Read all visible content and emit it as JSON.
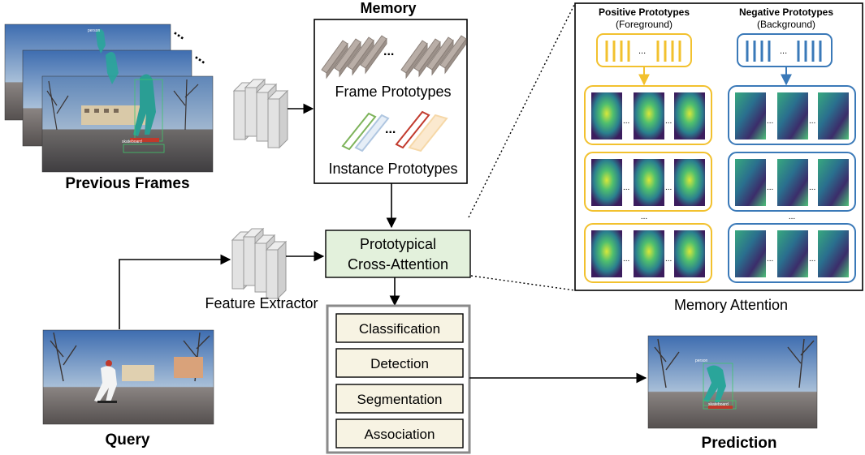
{
  "memory": {
    "title": "Memory",
    "frame_prototypes": "Frame Prototypes",
    "instance_prototypes": "Instance Prototypes",
    "ellipsis": "..."
  },
  "previous_frames": {
    "label": "Previous Frames",
    "person_tag": "person",
    "skateboard_tag": "skateboard",
    "ellipsis": "..."
  },
  "feature_extractor": {
    "label": "Feature Extractor"
  },
  "cross_attention": {
    "line1": "Prototypical",
    "line2": "Cross-Attention"
  },
  "heads": [
    "Classification",
    "Detection",
    "Segmentation",
    "Association"
  ],
  "query": {
    "label": "Query"
  },
  "prediction": {
    "label": "Prediction",
    "person_tag": "person",
    "skateboard_tag": "skateboard"
  },
  "memory_attention": {
    "caption": "Memory Attention",
    "positive_title": "Positive Prototypes",
    "positive_sub": "(Foreground)",
    "negative_title": "Negative Prototypes",
    "negative_sub": "(Background)",
    "ellipsis": "...",
    "vertical_ellipsis": "..."
  },
  "colors": {
    "positive": "#F2C12E",
    "negative": "#3A79B8",
    "cross_attention_fill": "#E3F1DC",
    "heads_fill": "#F7F3E3",
    "green_proto": "#7DB35A",
    "blue_proto": "#AFC6E0",
    "red_proto": "#C23B2E",
    "peach_proto": "#F6D8A8"
  }
}
